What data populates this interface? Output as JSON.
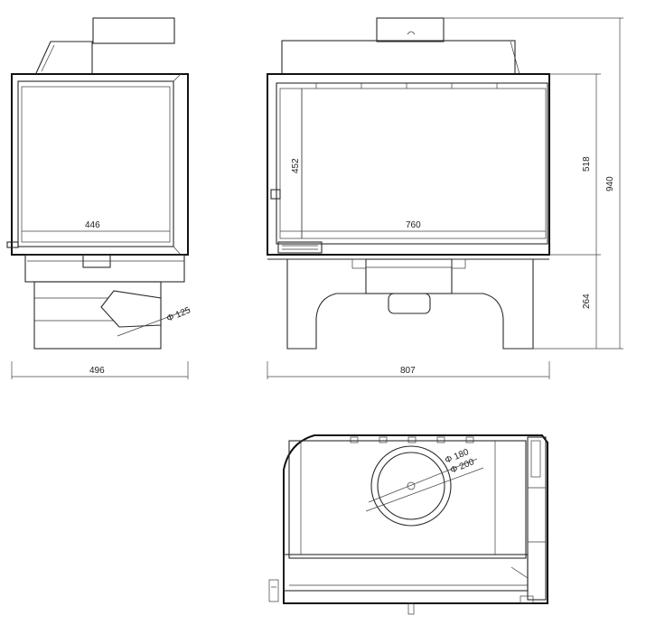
{
  "dimensions": {
    "side_width": "496",
    "side_glass_width": "446",
    "flue_diameter": "Φ 125",
    "front_width": "807",
    "front_glass_width": "760",
    "glass_height": "452",
    "body_height": "518",
    "total_height": "940",
    "stand_height": "264",
    "top_inner_diameter": "Φ 180",
    "top_outer_diameter": "Φ 200"
  }
}
